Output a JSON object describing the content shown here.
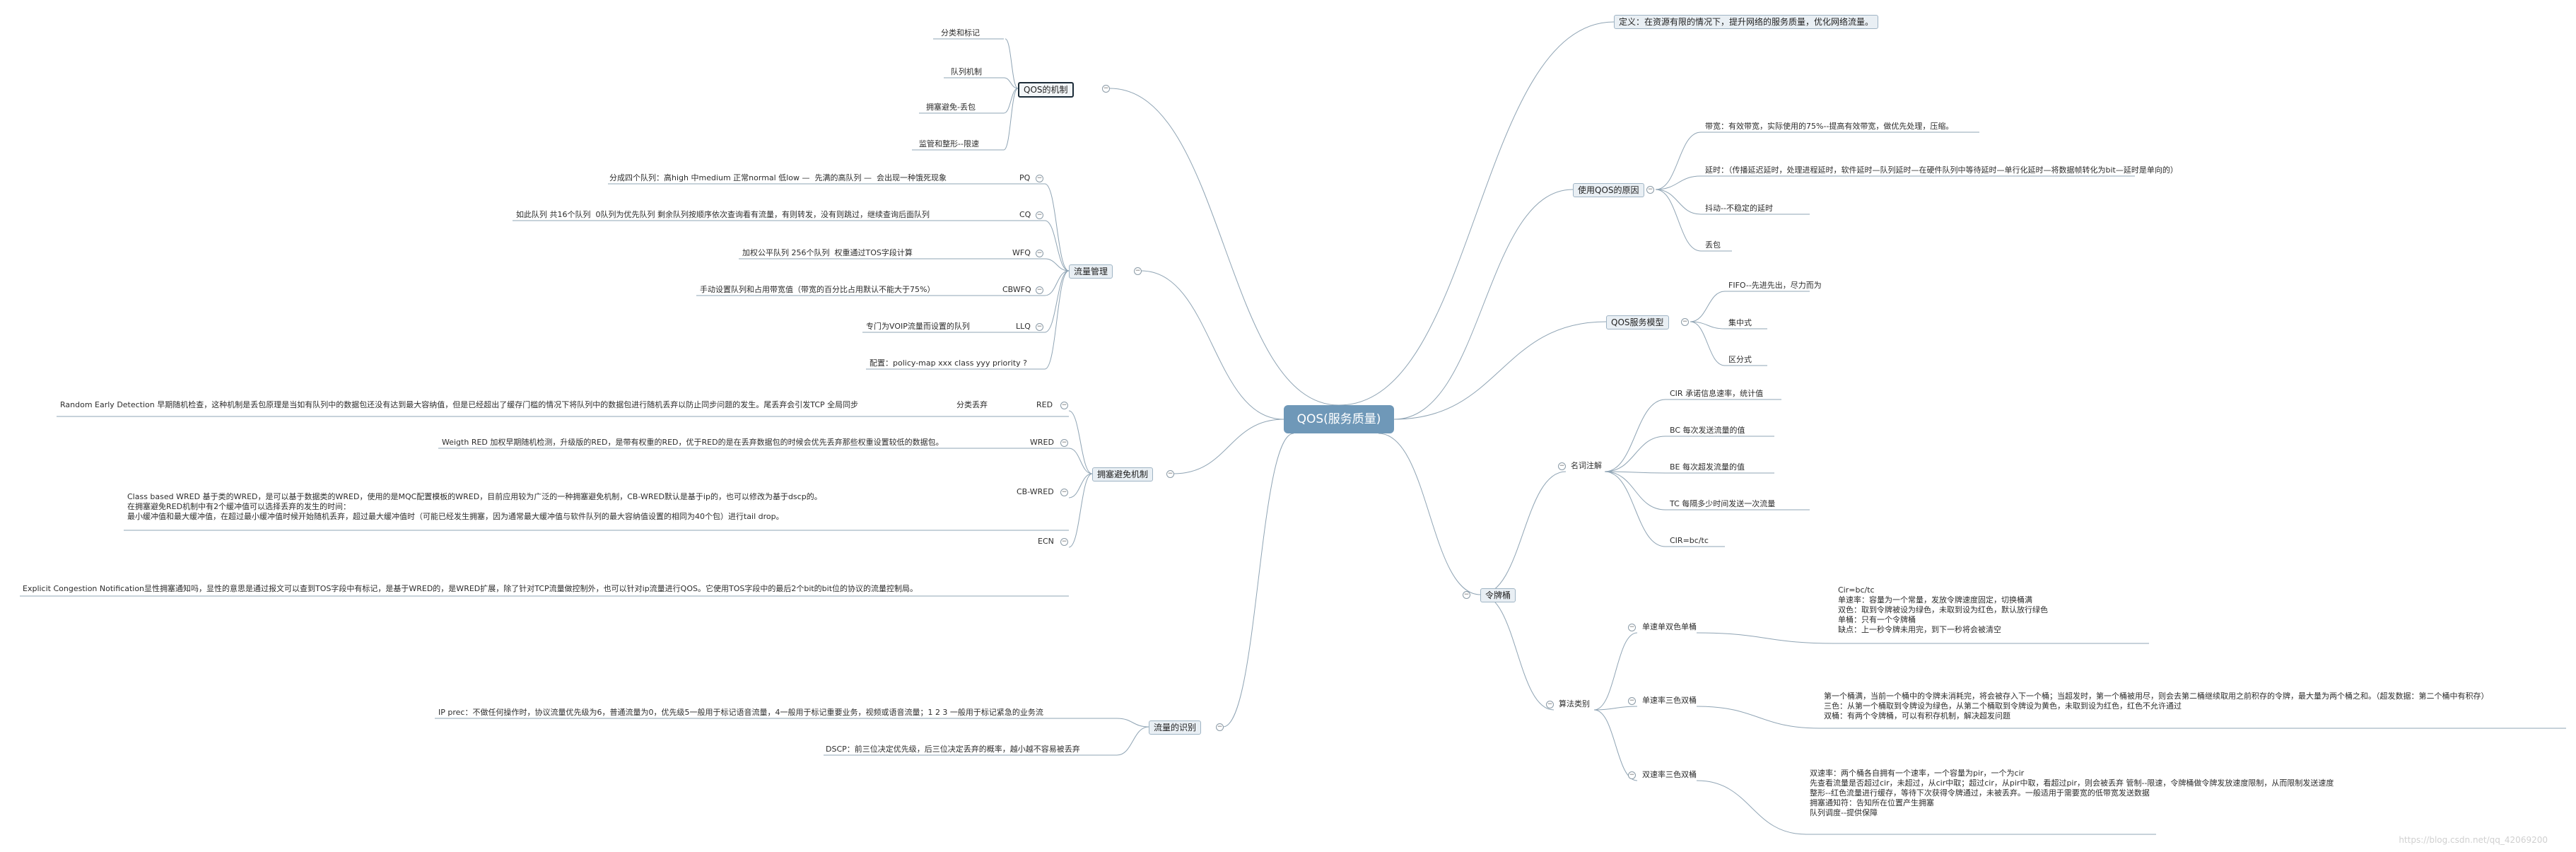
{
  "root": {
    "title": "QOS(服务质量)"
  },
  "definition": "定义：在资源有限的情况下，提升网络的服务质量，优化网络流量。",
  "mechanism": {
    "title": "QOS的机制",
    "items": [
      "分类和标记",
      "队列机制",
      "拥塞避免-丢包",
      "监管和整形--限速"
    ]
  },
  "traffic_mgmt": {
    "title": "流量管理",
    "items": [
      {
        "key": "PQ",
        "desc": "分成四个队列：高high 中medium 正常normal 低low —  先满的高队列 —  会出现一种饿死现象"
      },
      {
        "key": "CQ",
        "desc": "如此队列 共16个队列  0队列为优先队列 剩余队列按顺序依次查询看有流量，有则转发，没有则跳过，继续查询后面队列"
      },
      {
        "key": "WFQ",
        "desc": "加权公平队列 256个队列  权重通过TOS字段计算"
      },
      {
        "key": "CBWFQ",
        "desc": "手动设置队列和占用带宽值（带宽的百分比占用默认不能大于75%）"
      },
      {
        "key": "LLQ",
        "desc": "专门为VOIP流量而设置的队列"
      },
      {
        "key": "",
        "desc": "配置：policy-map xxx class yyy priority ?"
      }
    ]
  },
  "congestion": {
    "title": "拥塞避免机制",
    "items": [
      {
        "key": "RED",
        "sub": "分类丢弃",
        "desc": "Random Early Detection 早期随机检查，这种机制是丢包原理是当如有队列中的数据包还没有达到最大容纳值，但是已经超出了缓存门槛的情况下将队列中的数据包进行随机丢弃以防止同步问题的发生。尾丢弃会引发TCP 全局同步"
      },
      {
        "key": "WRED",
        "desc": "Weigth RED 加权早期随机检测，升级版的RED，是带有权重的RED，优于RED的是在丢弃数据包的时候会优先丢弃那些权重设置较低的数据包。"
      },
      {
        "key": "CB-WRED",
        "desc": "Class based WRED 基于类的WRED，是可以基于数据类的WRED，使用的是MQC配置模板的WRED，目前应用较为广泛的一种拥塞避免机制，CB-WRED默认是基于ip的，也可以修改为基于dscp的。\n在拥塞避免RED机制中有2个缓冲值可以选择丢弃的发生的时间：\n最小缓冲值和最大缓冲值，在超过最小缓冲值时候开始随机丢弃，超过最大缓冲值时（可能已经发生拥塞，因为通常最大缓冲值与软件队列的最大容纳值设置的相同为40个包）进行tail drop。"
      },
      {
        "key": "ECN",
        "desc": "Explicit Congestion Notification显性拥塞通知吗，显性的意思是通过报文可以查到TOS字段中有标记，是基于WRED的，是WRED扩展，除了针对TCP流量做控制外，也可以针对ip流量进行QOS。它使用TOS字段中的最后2个bit的bit位的协议的流量控制局。"
      }
    ]
  },
  "flow_id": {
    "title": "流量的识别",
    "items": [
      "IP prec：不做任何操作时，协议流量优先级为6，普通流量为0，优先级5一般用于标记语音流量，4一般用于标记重要业务，视频或语音流量；1 2 3 一般用于标记紧急的业务流",
      "DSCP：前三位决定优先级，后三位决定丢弃的概率，越小越不容易被丢弃"
    ]
  },
  "reasons": {
    "title": "使用QOS的原因",
    "items": [
      "带宽：有效带宽，实际使用的75%--提高有效带宽，做优先处理，压缩。",
      "延时：（传播延迟延时，处理进程延时，软件延时—队列延时—在硬件队列中等待延时—单行化延时—将数据帧转化为bit—延时是单向的）",
      "抖动--不稳定的延时",
      "丢包"
    ]
  },
  "service_model": {
    "title": "QOS服务模型",
    "items": [
      "FIFO--先进先出，尽力而为",
      "集中式",
      "区分式"
    ]
  },
  "token_bucket": {
    "title": "令牌桶",
    "terms": {
      "title": "名词注解",
      "items": [
        "CIR 承诺信息速率，统计值",
        "BC 每次发送流量的值",
        "BE 每次超发流量的值",
        "TC 每隔多少时间发送一次流量",
        "CIR=bc/tc"
      ]
    },
    "algo": {
      "title": "算法类别",
      "items": [
        {
          "name": "单速单双色单桶",
          "desc": "Cir=bc/tc\n单速率：容量为一个常量，发放令牌速度固定，切换桶满\n双色：取到令牌被设为绿色，未取到设为红色，默认放行绿色\n单桶：只有一个令牌桶\n缺点：上一秒令牌未用完，到下一秒将会被清空"
        },
        {
          "name": "单速率三色双桶",
          "desc": "第一个桶满，当前一个桶中的令牌未消耗完，将会被存入下一个桶；当超发时，第一个桶被用尽，则会去第二桶继续取用之前积存的令牌，最大量为两个桶之和。（超发数据：第二个桶中有积存）\n三色：从第一个桶取到令牌设为绿色，从第二个桶取到令牌设为黄色，未取到设为红色，红色不允许通过\n双桶：有两个令牌桶，可以有积存机制，解决超发问题"
        },
        {
          "name": "双速率三色双桶",
          "desc": "双速率：两个桶各自拥有一个速率，一个容量为pir，一个为cir\n先查看流量是否超过cir，未超过，从cir中取；超过cir，从pir中取，看超过pir，则会被丢弃 管制--限速，令牌桶做令牌发放速度限制，从而限制发送速度\n整形--红色流量进行缓存，等待下次获得令牌通过，未被丢弃。一般适用于需要宽的低带宽发送数据\n拥塞通知符：告知所在位置产生拥塞\n队列调度--提供保障"
        }
      ]
    }
  },
  "watermark": "https://blog.csdn.net/qq_42069200"
}
